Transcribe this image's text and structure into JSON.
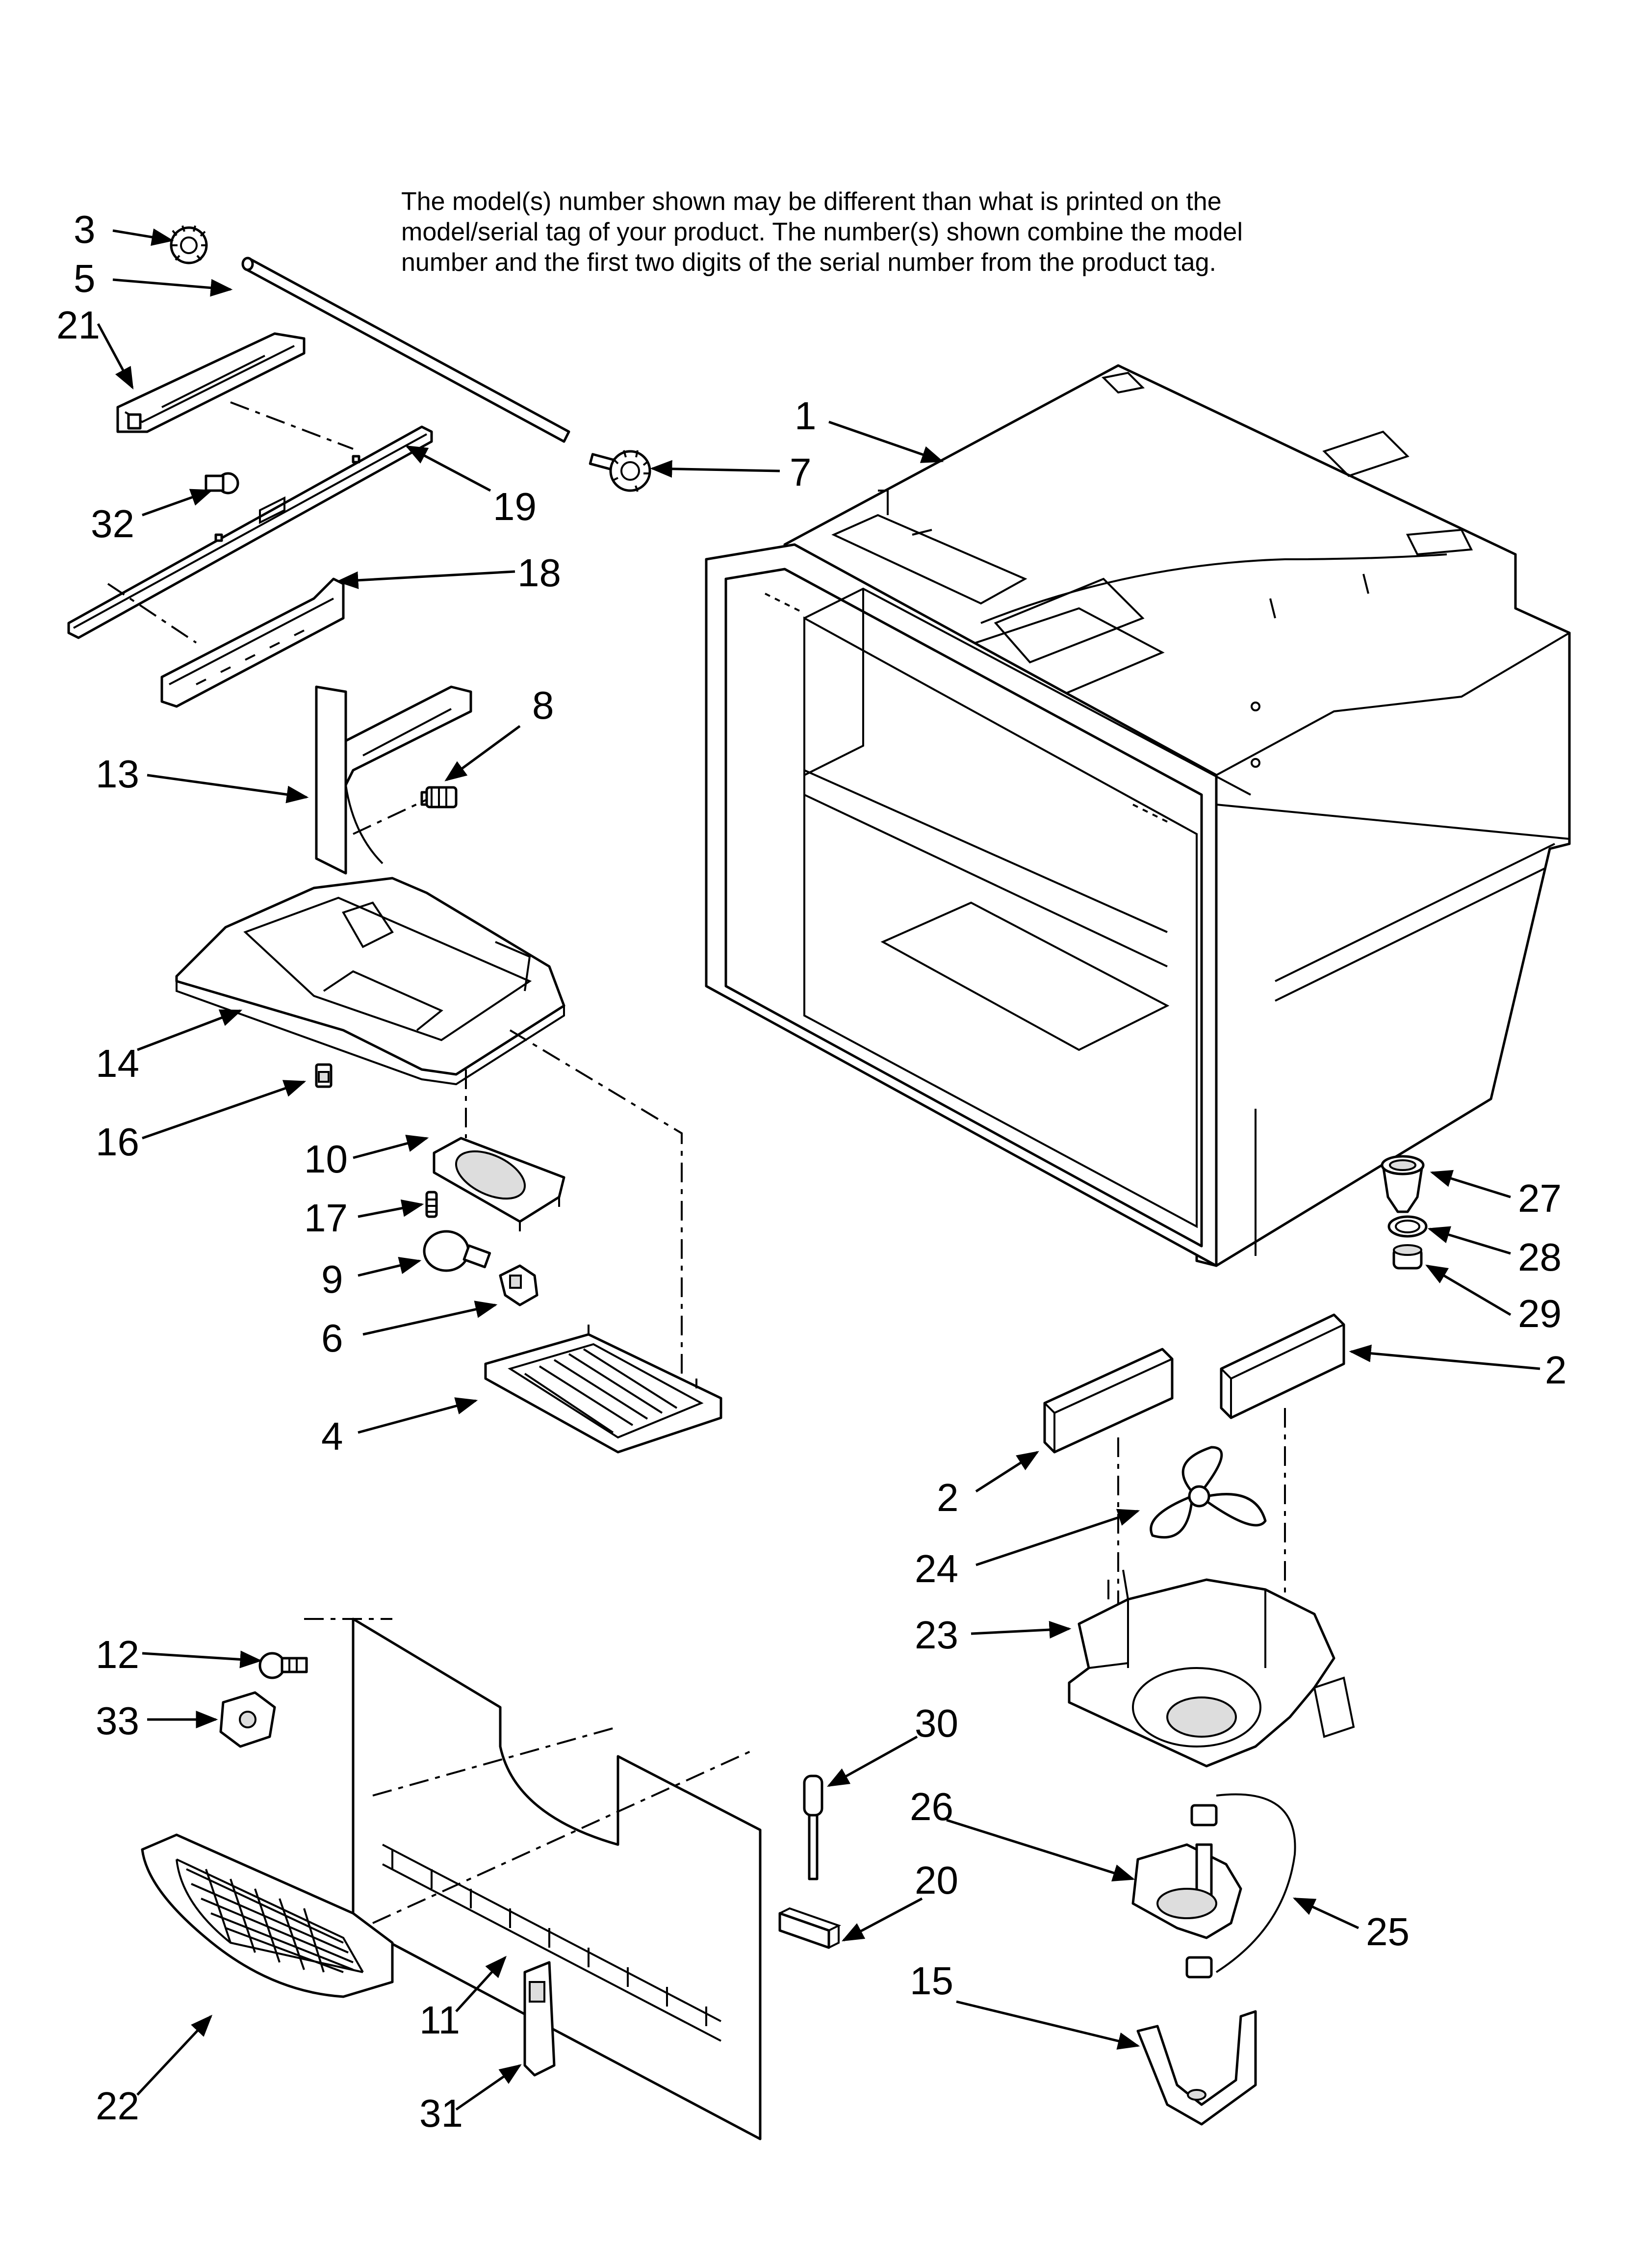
{
  "note": {
    "lines": [
      "The model(s) number shown may be different than what is printed on the",
      "model/serial tag of your product. The number(s) shown combine the model",
      "number and the first two digits of the serial number from the product tag."
    ]
  },
  "callouts": [
    {
      "id": "c3",
      "label": "3"
    },
    {
      "id": "c5",
      "label": "5"
    },
    {
      "id": "c21",
      "label": "21"
    },
    {
      "id": "c32",
      "label": "32"
    },
    {
      "id": "c19",
      "label": "19"
    },
    {
      "id": "c18",
      "label": "18"
    },
    {
      "id": "c7",
      "label": "7"
    },
    {
      "id": "c1",
      "label": "1"
    },
    {
      "id": "c8",
      "label": "8"
    },
    {
      "id": "c13",
      "label": "13"
    },
    {
      "id": "c14",
      "label": "14"
    },
    {
      "id": "c16",
      "label": "16"
    },
    {
      "id": "c10",
      "label": "10"
    },
    {
      "id": "c17",
      "label": "17"
    },
    {
      "id": "c9",
      "label": "9"
    },
    {
      "id": "c6",
      "label": "6"
    },
    {
      "id": "c4",
      "label": "4"
    },
    {
      "id": "c27",
      "label": "27"
    },
    {
      "id": "c28",
      "label": "28"
    },
    {
      "id": "c29",
      "label": "29"
    },
    {
      "id": "c2a",
      "label": "2"
    },
    {
      "id": "c2b",
      "label": "2"
    },
    {
      "id": "c24",
      "label": "24"
    },
    {
      "id": "c23",
      "label": "23"
    },
    {
      "id": "c12",
      "label": "12"
    },
    {
      "id": "c33",
      "label": "33"
    },
    {
      "id": "c30",
      "label": "30"
    },
    {
      "id": "c26",
      "label": "26"
    },
    {
      "id": "c20",
      "label": "20"
    },
    {
      "id": "c25",
      "label": "25"
    },
    {
      "id": "c15",
      "label": "15"
    },
    {
      "id": "c11",
      "label": "11"
    },
    {
      "id": "c22",
      "label": "22"
    },
    {
      "id": "c31",
      "label": "31"
    }
  ]
}
